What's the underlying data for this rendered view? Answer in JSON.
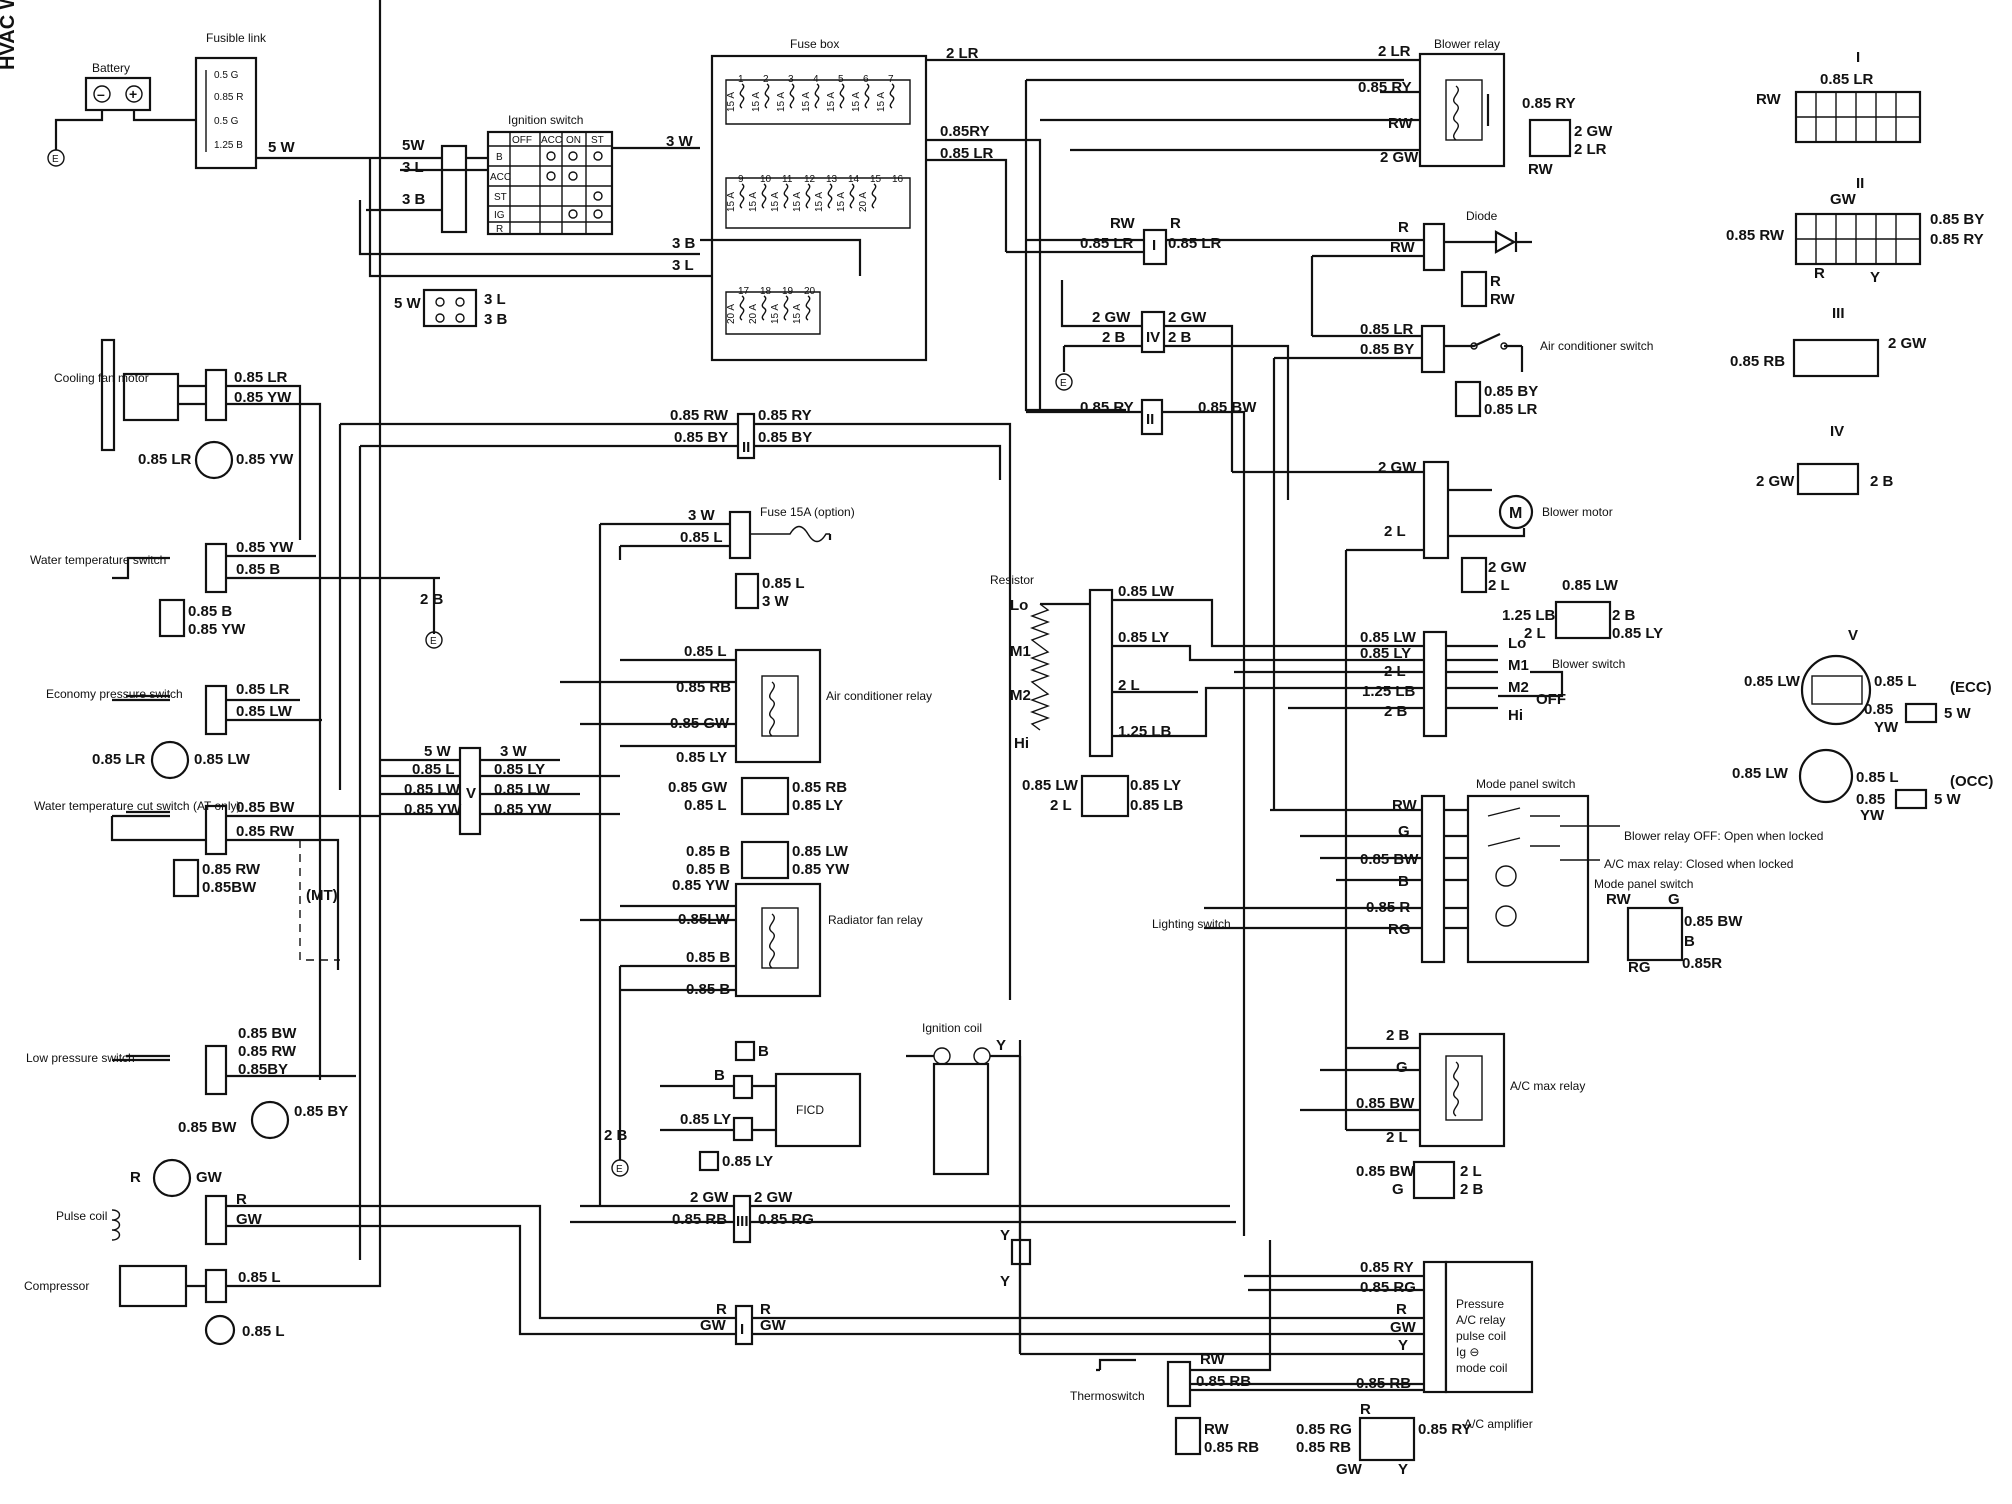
{
  "side_title": "HVAC WIRING",
  "components": {
    "battery": "Battery",
    "fusible_link": "Fusible link",
    "ignition_switch": "Ignition switch",
    "fuse_box": "Fuse box",
    "blower_relay": "Blower relay",
    "diode": "Diode",
    "ac_switch": "Air conditioner switch",
    "blower_motor": "Blower motor",
    "resistor": "Resistor",
    "blower_switch": "Blower switch",
    "mode_panel_switch": "Mode panel switch",
    "mode_panel_switch_conn": "Mode panel switch",
    "lighting_switch": "Lighting switch",
    "ac_max_relay": "A/C max relay",
    "ac_amplifier": "A/C amplifier",
    "thermoswitch": "Thermoswitch",
    "ignition_coil": "Ignition coil",
    "ficd": "FICD",
    "radiator_fan_relay": "Radiator fan relay",
    "ac_relay": "Air conditioner relay",
    "fuse_option": "Fuse 15A (option)",
    "cooling_fan_motor": "Cooling fan motor",
    "water_temp_switch": "Water temperature switch",
    "economy_pressure_switch": "Economy pressure switch",
    "water_temp_cut_switch": "Water temperature cut switch (AT only)",
    "low_pressure_switch": "Low pressure switch",
    "pulse_coil": "Pulse coil",
    "compressor": "Compressor",
    "amp_text": "Pressure A/C relay pulse coil Ig ⊖ mode coil"
  },
  "notes": {
    "blower_relay_off": "Blower relay OFF: Open when locked",
    "ac_max_relay_note": "A/C max relay: Closed when locked",
    "mt": "(MT)",
    "off": "OFF",
    "ecc": "(ECC)",
    "occ": "(OCC)"
  },
  "ignition_cols": [
    "OFF",
    "ACC",
    "ON",
    "ST"
  ],
  "ignition_rows": [
    "B",
    "ACC",
    "ST",
    "IG",
    "R"
  ],
  "fusible_link_values": [
    "0.5 G",
    "0.85 R",
    "0.5 G",
    "1.25 B"
  ],
  "fuse_row1": [
    "15 A",
    "15 A",
    "15 A",
    "15 A",
    "15 A",
    "15 A",
    "15 A"
  ],
  "fuse_row2": [
    "15 A",
    "15 A",
    "15 A",
    "15 A",
    "15 A",
    "15 A",
    "20 A"
  ],
  "fuse_row3": [
    "20 A",
    "20 A",
    "15 A",
    "15 A"
  ],
  "fuse_numbers_row1": [
    "1",
    "2",
    "3",
    "4",
    "5",
    "6",
    "7"
  ],
  "fuse_numbers_row2": [
    "9",
    "10",
    "11",
    "12",
    "13",
    "14",
    "15",
    "16"
  ],
  "fuse_numbers_row3": [
    "17",
    "18",
    "19",
    "20"
  ],
  "resistor_taps": [
    "Lo",
    "M1",
    "M2",
    "Hi"
  ],
  "blower_switch_positions": [
    "Lo",
    "M1",
    "M2",
    "Hi"
  ],
  "connector_titles": [
    "I",
    "II",
    "III",
    "IV",
    "V"
  ],
  "wire_labels": {
    "w5w": "5 W",
    "w5w2": "5W",
    "w3l": "3 L",
    "w3b": "3 B",
    "w3w": "3 W",
    "w2lr": "2 LR",
    "w085ry": "0.85RY",
    "w085lr": "0.85 LR",
    "w2lr_b": "2 LR",
    "w085ry_b": "0.85 RY",
    "wrw": "RW",
    "w2gw": "2 GW",
    "wr": "R",
    "wrw_d": "RW",
    "w085lr_l": "0.85 LR",
    "w085lr_r": "0.85 LR",
    "w2gw_a": "2 GW",
    "w2gw_b": "2 GW",
    "w2b_a": "2 B",
    "w2b_b": "2 B",
    "w085lr_ac": "0.85 LR",
    "w085by_ac": "0.85 BY",
    "w085ry_ii": "0.85 RY",
    "w085bw_ii": "0.85 BW",
    "w2gw_m": "2 GW",
    "w2l_m": "2 L",
    "cf_lr": "0.85 LR",
    "cf_yw": "0.85 YW",
    "ii_rw": "0.85 RW",
    "ii_ry": "0.85 RY",
    "ii_by": "0.85 BY",
    "ii_by2": "0.85 BY",
    "wt_yw": "0.85 YW",
    "wt_b": "0.85 B",
    "ep_lr": "0.85 LR",
    "ep_lw": "0.85 LW",
    "wtc_bw": "0.85 BW",
    "wtc_rw": "0.85 RW",
    "lp_bw": "0.85 BW",
    "lp_rw": "0.85 RW",
    "lp_by": "0.85BY",
    "pc_r": "R",
    "pc_gw": "GW",
    "cp_l": "0.85 L",
    "v_5w": "5 W",
    "v_3w": "3 W",
    "v_l": "0.85 L",
    "v_ly": "0.85 LY",
    "v_lw": "0.85 LW",
    "v_lw2": "0.85 LW",
    "v_yw": "0.85 YW",
    "v_yw2": "0.85 YW",
    "f_3w": "3 W",
    "f_l": "0.85 L",
    "ac_l": "0.85 L",
    "ac_rb": "0.85 RB",
    "ac_gw": "0.85 GW",
    "ac_ly": "0.85 LY",
    "rf_yw": "0.85 YW",
    "rf_lw": "0.85LW",
    "rf_b": "0.85 B",
    "rf_b2": "0.85 B",
    "fi_b": "B",
    "fi_ly": "0.85 LY",
    "iii_2gw": "2 GW",
    "iii_2gw2": "2 GW",
    "iii_rb": "0.85 RB",
    "iii_rg": "0.85 RG",
    "i_r": "R",
    "i_r2": "R",
    "i_gw": "GW",
    "i_gw2": "GW",
    "rs_lw": "0.85 LW",
    "rs_ly": "0.85 LY",
    "rs_2l": "2 L",
    "rs_lb": "1.25 LB",
    "bs_lw": "0.85 LW",
    "bs_ly": "0.85 LY",
    "bs_2l": "2 L",
    "bs_lb": "1.25 LB",
    "bs_2b": "2 B",
    "mp_rw": "RW",
    "mp_g": "G",
    "mp_bw": "0.85 BW",
    "mp_b": "B",
    "mp_r": "0.85 R",
    "mp_rg": "RG",
    "am_2b": "2 B",
    "am_g": "G",
    "am_bw": "0.85 BW",
    "am_2l": "2 L",
    "ap_ry": "0.85 RY",
    "ap_rg": "0.85 RG",
    "ap_r": "R",
    "ap_gw": "GW",
    "ap_y": "Y",
    "ap_rb": "0.85 RB",
    "th_rw": "RW",
    "th_rb": "0.85 RB",
    "ic_y": "Y",
    "ic_y2": "Y",
    "ic_y3": "Y"
  }
}
